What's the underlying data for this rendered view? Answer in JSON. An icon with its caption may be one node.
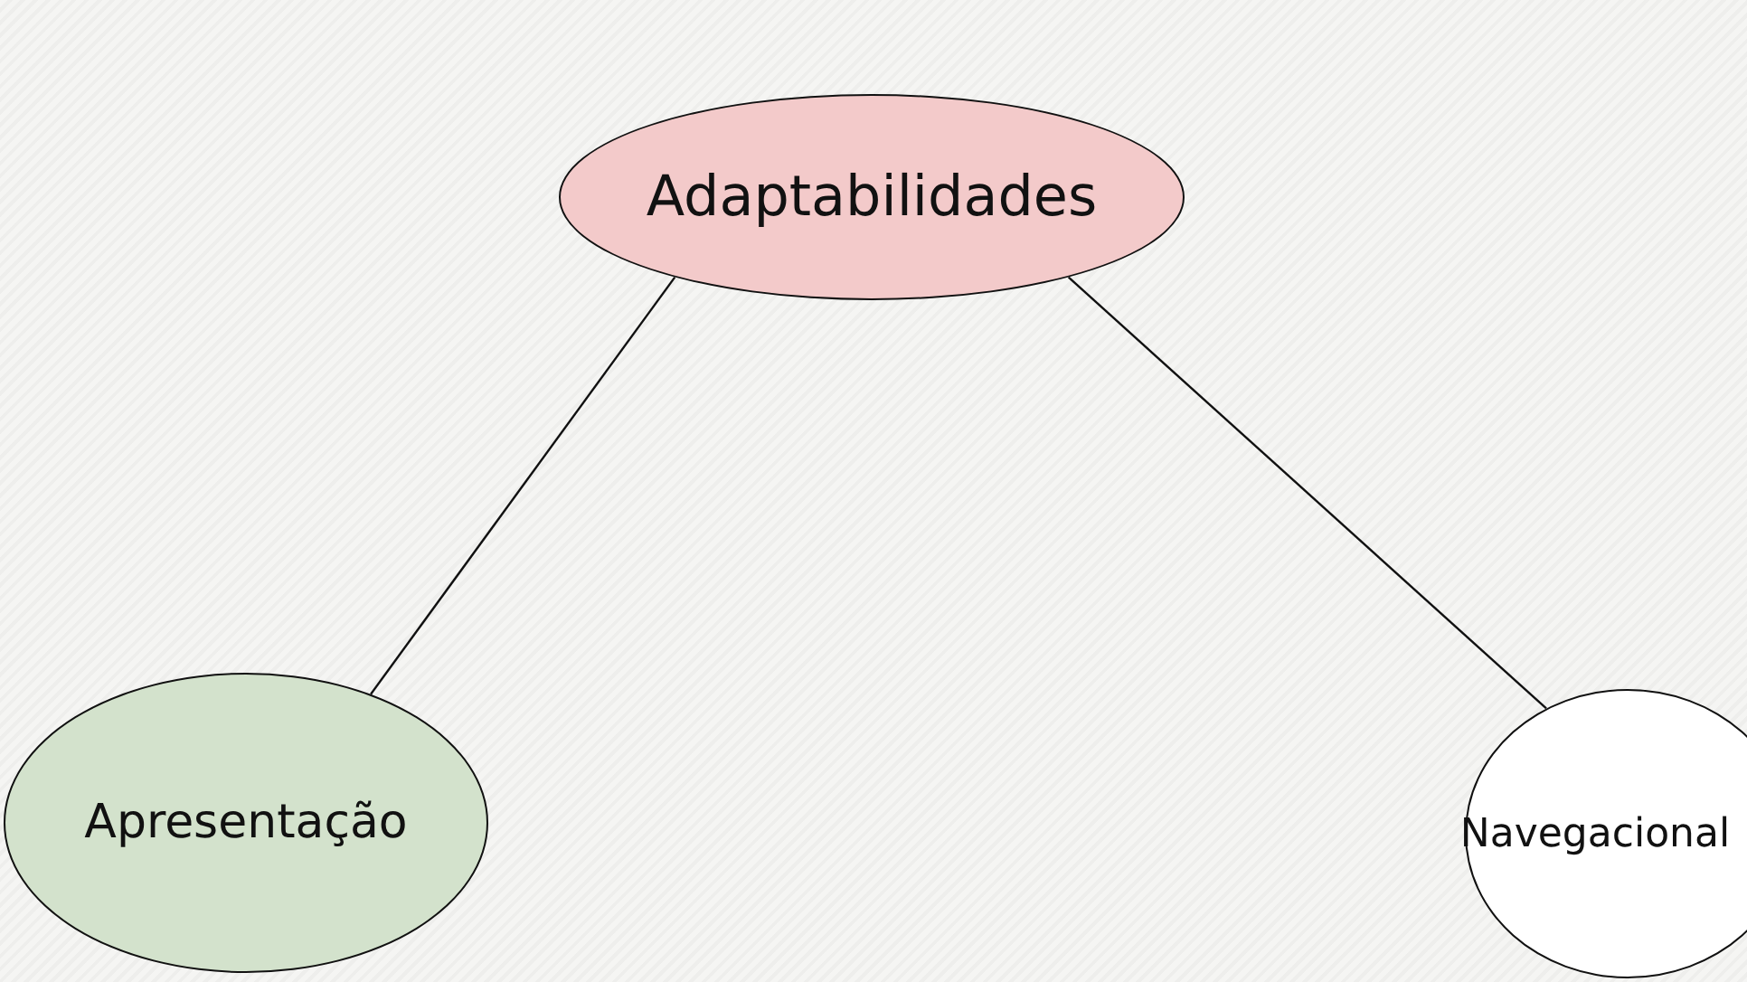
{
  "diagram": {
    "nodes": [
      {
        "text": [
          "Adaptabilidades"
        ]
      },
      {
        "text": [
          "Apresentação"
        ]
      },
      {
        "text": [
          "Navegacional"
        ]
      }
    ],
    "edges": [
      {
        "from": 0,
        "to": 1,
        "arrow": "none"
      },
      {
        "from": 0,
        "to": 2,
        "arrow": "none"
      }
    ]
  }
}
